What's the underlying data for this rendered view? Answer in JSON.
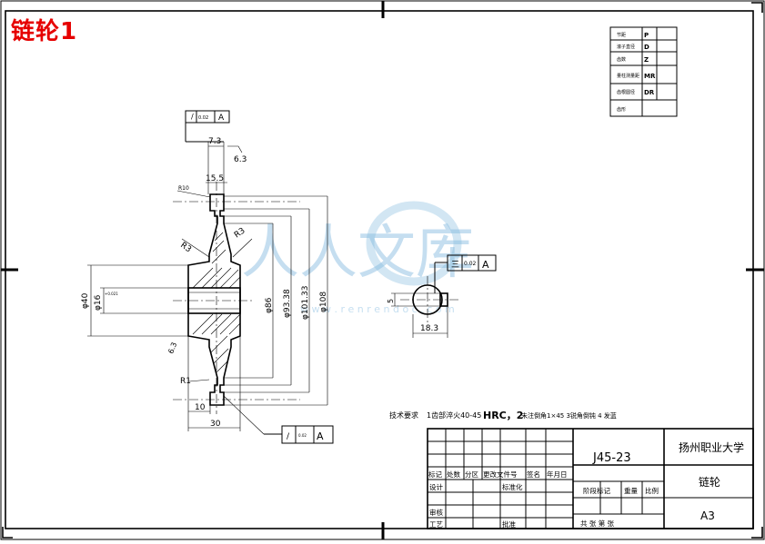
{
  "doc_title": "链轮1",
  "drawing": {
    "flatness_tol": {
      "symbol": "/",
      "value": "0.02",
      "datum": "A"
    },
    "bottom_tol": {
      "symbol": "/",
      "value": "0.02",
      "datum": "A"
    },
    "keyway_tol": {
      "symbol": "三",
      "value": "0.02",
      "datum": "A"
    },
    "dims": {
      "hub_width": "7.3",
      "rough_top": "6.3",
      "tooth_width": "15.5",
      "r_tip": "R10",
      "r3_left": "R3",
      "r3_right": "R3",
      "d40": "φ40",
      "d16": "φ16",
      "d86": "φ86",
      "d93": "φ93.38",
      "d101": "φ101.33",
      "d108": "φ108",
      "r1": "R1",
      "rough_left": "6.3",
      "w10": "10",
      "w30": "30",
      "key_width": "5",
      "key_depth": "18.3",
      "tol_small": "+0.021"
    }
  },
  "params": {
    "rows": [
      {
        "name": "节距",
        "sym": "P",
        "val": ""
      },
      {
        "name": "滚子直径",
        "sym": "D",
        "val": ""
      },
      {
        "name": "齿数",
        "sym": "Z",
        "val": ""
      },
      {
        "name": "量柱测量距",
        "sym": "MR",
        "val": ""
      },
      {
        "name": "齿根圆径",
        "sym": "DR",
        "val": ""
      },
      {
        "name": "齿形",
        "sym": "",
        "val": ""
      }
    ]
  },
  "tech_req": {
    "label": "技术要求",
    "text": "1齿部淬火40-45",
    "hrc": "HRC，2",
    "rest": "未注倒角1×45  3锐角倒钝   4  发蓝"
  },
  "title_block": {
    "code": "J45-23",
    "school": "扬州职业大学",
    "part": "链轮",
    "sheet": "A3",
    "rev_headers": [
      "标记",
      "处数",
      "分区",
      "更改文件号",
      "签名",
      "年月日"
    ],
    "design": "设计",
    "standard": "标准化",
    "stage": "阶段标记",
    "weight": "重量",
    "scale": "比例",
    "review": "审核",
    "process": "工艺",
    "approve": "批准",
    "sheets": "共    张    第    张"
  },
  "watermark": {
    "text": "人人文库",
    "url": "w w w . r e n r e n d o c . c o m"
  }
}
